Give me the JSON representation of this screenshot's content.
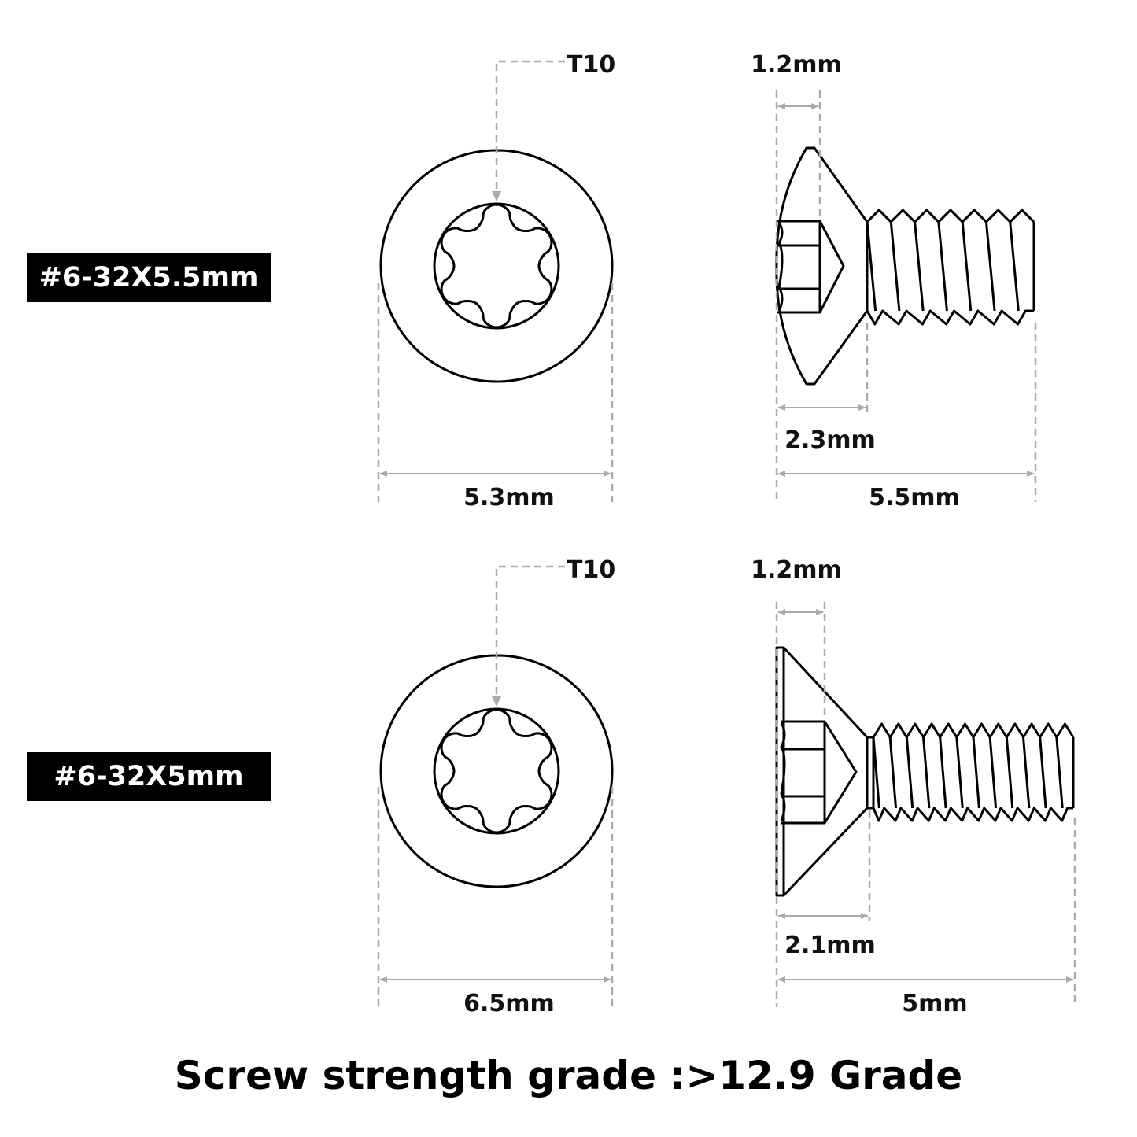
{
  "screws": [
    {
      "label": "#6-32X5.5mm",
      "drive": "T10",
      "head_diameter": "5.3mm",
      "head_height": "1.2mm",
      "head_length": "2.3mm",
      "total_length": "5.5mm",
      "head_type": "oval countersunk torx"
    },
    {
      "label": "#6-32X5mm",
      "drive": "T10",
      "head_diameter": "6.5mm",
      "head_height": "1.2mm",
      "head_length": "2.1mm",
      "total_length": "5mm",
      "head_type": "flat countersunk torx"
    }
  ],
  "footer": "Screw strength grade :>12.9 Grade",
  "colors": {
    "line": "#000000",
    "dimension": "#aaaaaa",
    "label_bg": "#000000",
    "label_text": "#ffffff"
  }
}
